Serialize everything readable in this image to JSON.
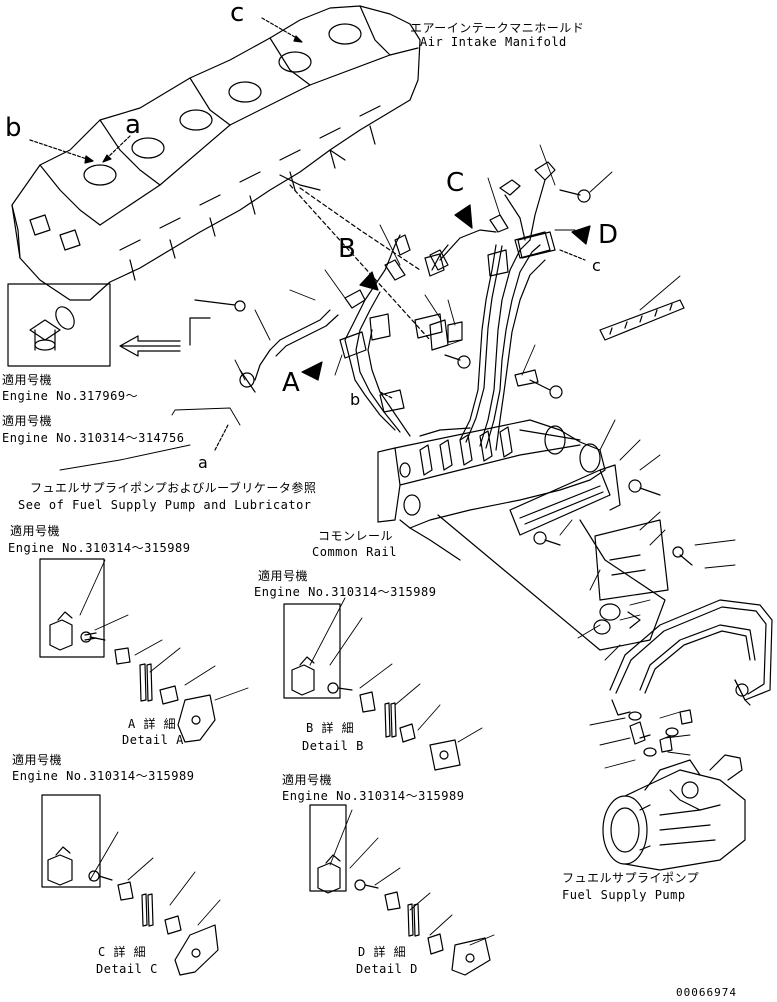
{
  "labels": {
    "manifold_jp": "エアーインテークマニホールド",
    "manifold_en": "Air Intake Manifold",
    "common_rail_jp": "コモンレール",
    "common_rail_en": "Common Rail",
    "see_of_jp": "フュエルサプライポンプおよびルーブリケータ参照",
    "see_of_en": "See of Fuel Supply Pump and Lubricator",
    "fuel_pump_jp": "フュエルサプライポンプ",
    "fuel_pump_en": "Fuel Supply Pump",
    "drawing_number": "00066974"
  },
  "applicability": [
    {
      "jp": "適用号機",
      "en": "Engine No.317969～"
    },
    {
      "jp": "適用号機",
      "en": "Engine No.310314～314756"
    },
    {
      "jp": "適用号機",
      "en": "Engine No.310314～315989"
    },
    {
      "jp": "適用号機",
      "en": "Engine No.310314～315989"
    },
    {
      "jp": "適用号機",
      "en": "Engine No.310314～315989"
    },
    {
      "jp": "適用号機",
      "en": "Engine No.310314～315989"
    }
  ],
  "details": [
    {
      "jp": "A 詳 細",
      "en": "Detail A"
    },
    {
      "jp": "B 詳 細",
      "en": "Detail B"
    },
    {
      "jp": "C 詳 細",
      "en": "Detail C"
    },
    {
      "jp": "D 詳 細",
      "en": "Detail D"
    }
  ],
  "callouts": {
    "A": "A",
    "B": "B",
    "C": "C",
    "D": "D",
    "a1": "a",
    "a2": "a",
    "b1": "b",
    "b2": "b",
    "c1": "c",
    "c2": "c"
  }
}
